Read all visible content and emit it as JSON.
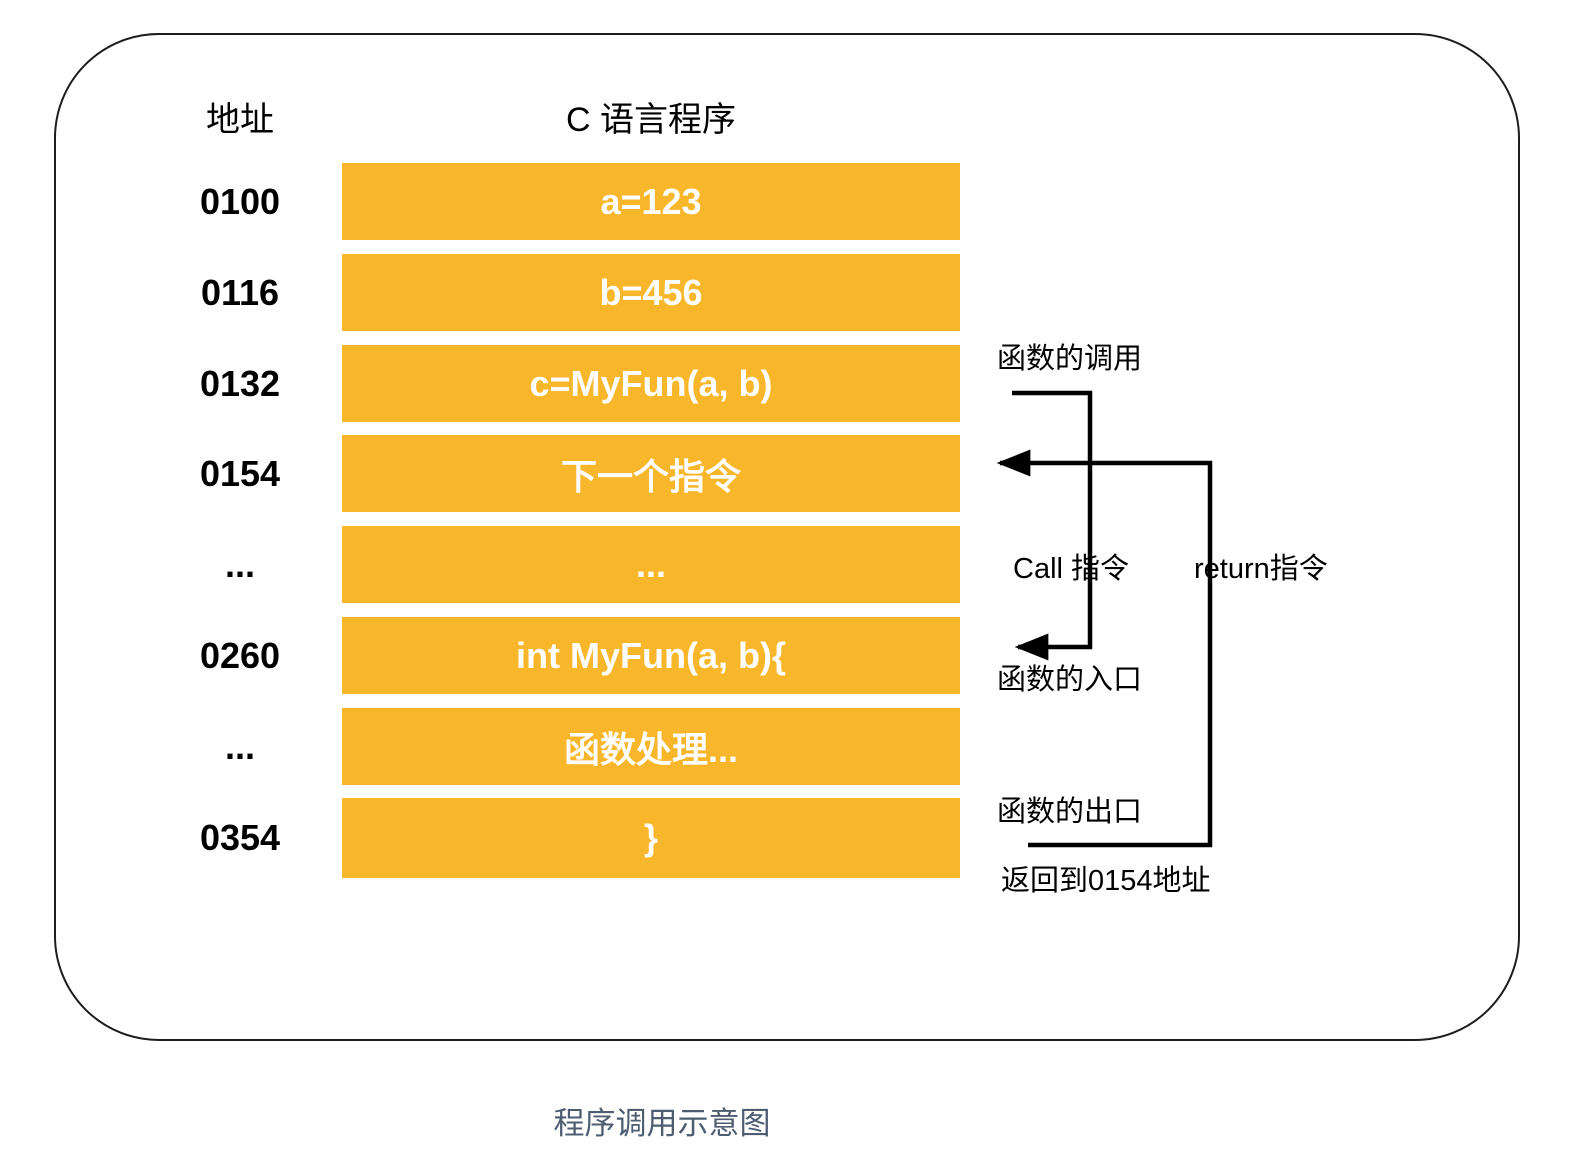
{
  "caption": "程序调用示意图",
  "columns": {
    "address_header": "地址",
    "program_header": "C 语言程序"
  },
  "rows": [
    {
      "address": "0100",
      "code": "a=123"
    },
    {
      "address": "0116",
      "code": "b=456"
    },
    {
      "address": "0132",
      "code": "c=MyFun(a, b)"
    },
    {
      "address": "0154",
      "code": "下一个指令"
    },
    {
      "address": "...",
      "code": "..."
    },
    {
      "address": "0260",
      "code": "int MyFun(a, b){"
    },
    {
      "address": "...",
      "code": "函数处理..."
    },
    {
      "address": "0354",
      "code": "}"
    }
  ],
  "flow": {
    "call_label": "函数的调用",
    "call_instruction_label": "Call 指令",
    "return_instruction_label": "return指令",
    "entry_label": "函数的入口",
    "exit_label": "函数的出口",
    "return_note": "返回到0154地址"
  },
  "colors": {
    "bar": "#F8B62B",
    "bar_text": "#FFFFFF",
    "line": "#000000",
    "address_text": "#000000",
    "frame_border": "#1C1C1C",
    "caption_text": "#4E5D71"
  }
}
